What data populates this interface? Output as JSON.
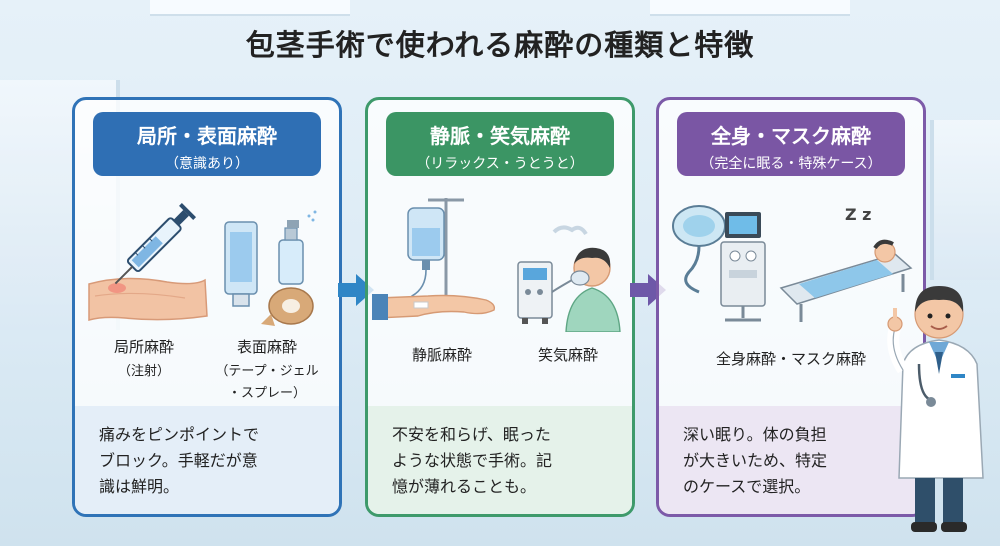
{
  "title": "包茎手術で使われる麻酔の種類と特徴",
  "panels": [
    {
      "header": "局所・表面麻酔",
      "subheader": "（意識あり）",
      "color": "#2f6fb4",
      "items": [
        {
          "label": "局所麻酔",
          "sub": "（注射）"
        },
        {
          "label": "表面麻酔",
          "sub": "（テープ・ジェル",
          "sub2": "・スプレー）"
        }
      ],
      "desc": [
        "痛みをピンポイントで",
        "ブロック。手軽だが意",
        "識は鮮明。"
      ]
    },
    {
      "header": "静脈・笑気麻酔",
      "subheader": "（リラックス・うとうと）",
      "color": "#3b9564",
      "items": [
        {
          "label": "静脈麻酔"
        },
        {
          "label": "笑気麻酔"
        }
      ],
      "desc": [
        "不安を和らげ、眠った",
        "ような状態で手術。記",
        "憶が薄れることも。"
      ]
    },
    {
      "header": "全身・マスク麻酔",
      "subheader": "（完全に眠る・特殊ケース）",
      "color": "#7a56a4",
      "items": [
        {
          "label": "全身麻酔・マスク麻酔"
        }
      ],
      "desc": [
        "深い眠り。体の負担",
        "が大きいため、特定",
        "のケースで選択。"
      ]
    }
  ],
  "icons": {
    "sleep": "Z z"
  }
}
